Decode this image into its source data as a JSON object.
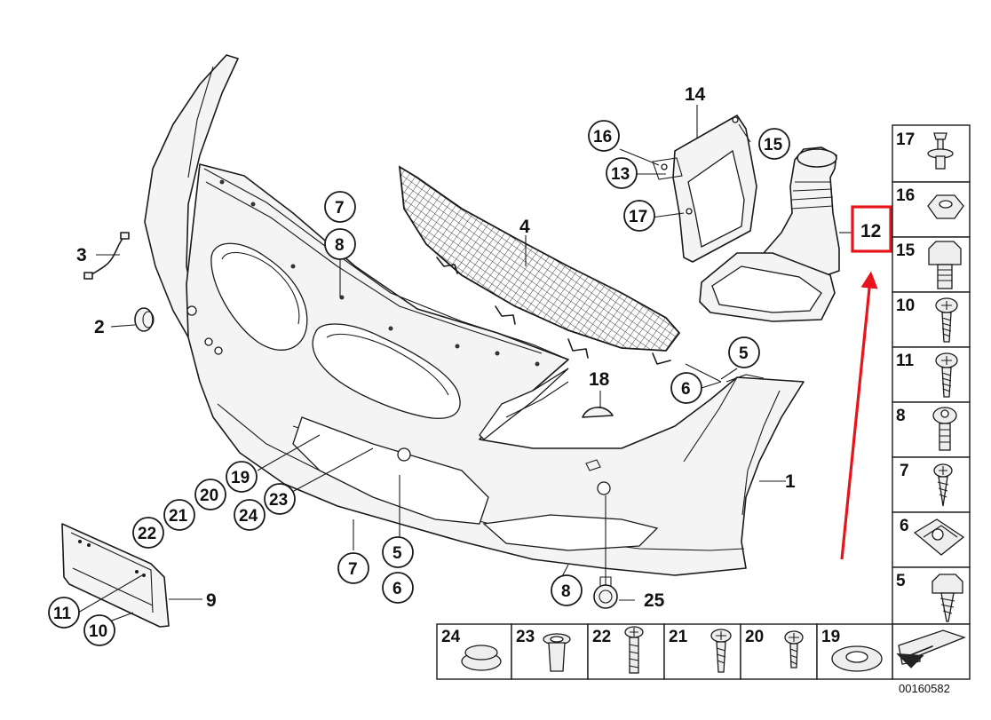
{
  "callouts": {
    "c1": "1",
    "c2": "2",
    "c3": "3",
    "c4": "4",
    "c5a": "5",
    "c5b": "5",
    "c6a": "6",
    "c6b": "6",
    "c7a": "7",
    "c7b": "7",
    "c8a": "8",
    "c8b": "8",
    "c9": "9",
    "c10": "10",
    "c11": "11",
    "c12": "12",
    "c13": "13",
    "c14": "14",
    "c15": "15",
    "c16": "16",
    "c17": "17",
    "c18": "18",
    "c19": "19",
    "c20": "20",
    "c21": "21",
    "c22": "22",
    "c23": "23",
    "c24": "24",
    "c25": "25"
  },
  "highlight": {
    "part": "12",
    "box_color": "#e8141c",
    "arrow_color": "#e8141c"
  },
  "hardware_right": [
    {
      "label": "17",
      "icon": "push-rivet"
    },
    {
      "label": "16",
      "icon": "hex-nut"
    },
    {
      "label": "15",
      "icon": "hex-bolt"
    },
    {
      "label": "10",
      "icon": "pan-screw"
    },
    {
      "label": "11",
      "icon": "pan-screw"
    },
    {
      "label": "8",
      "icon": "hex-screw"
    },
    {
      "label": "7",
      "icon": "screw"
    },
    {
      "label": "6",
      "icon": "clip-nut"
    },
    {
      "label": "5",
      "icon": "hex-bolt"
    }
  ],
  "hardware_bottom": [
    {
      "label": "24",
      "icon": "grommet"
    },
    {
      "label": "23",
      "icon": "expansion-nut"
    },
    {
      "label": "22",
      "icon": "long-screw"
    },
    {
      "label": "21",
      "icon": "pan-screw"
    },
    {
      "label": "20",
      "icon": "pan-screw"
    },
    {
      "label": "19",
      "icon": "washer"
    }
  ],
  "reference_code": "00160582"
}
